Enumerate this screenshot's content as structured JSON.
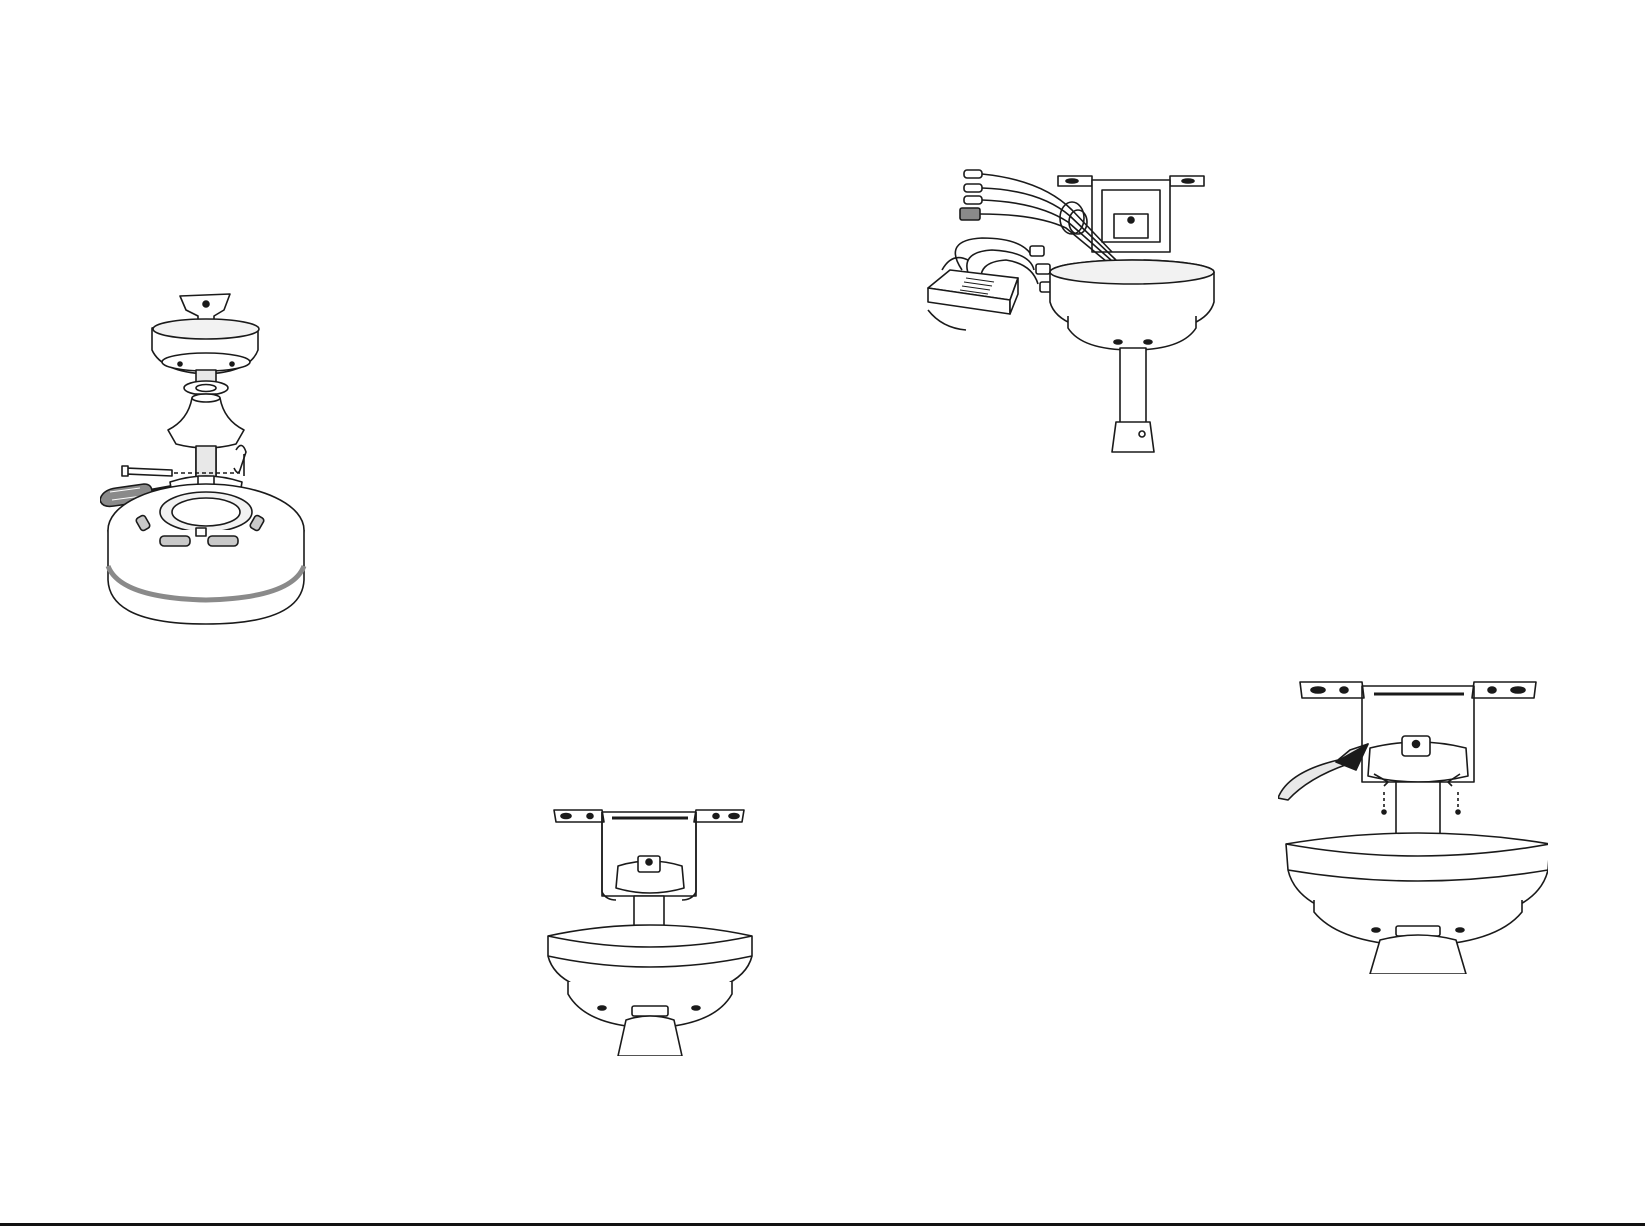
{
  "colors": {
    "ink": "#1a1a1a",
    "paper": "#ffffff",
    "shade_light": "#e8e8e8",
    "shade_mid": "#c9c9c9",
    "shade_dark": "#8a8a8a",
    "rule": "#111111"
  },
  "figures": [
    {
      "id": "fig-downrod-assembly",
      "icon": "downrod-pin-screwdriver-illustration"
    },
    {
      "id": "fig-wiring-receiver",
      "icon": "receiver-wiring-illustration"
    },
    {
      "id": "fig-bracket-mounted",
      "icon": "mounting-bracket-motor-illustration"
    },
    {
      "id": "fig-ball-seating",
      "icon": "hanger-ball-seating-arrow-illustration"
    }
  ]
}
